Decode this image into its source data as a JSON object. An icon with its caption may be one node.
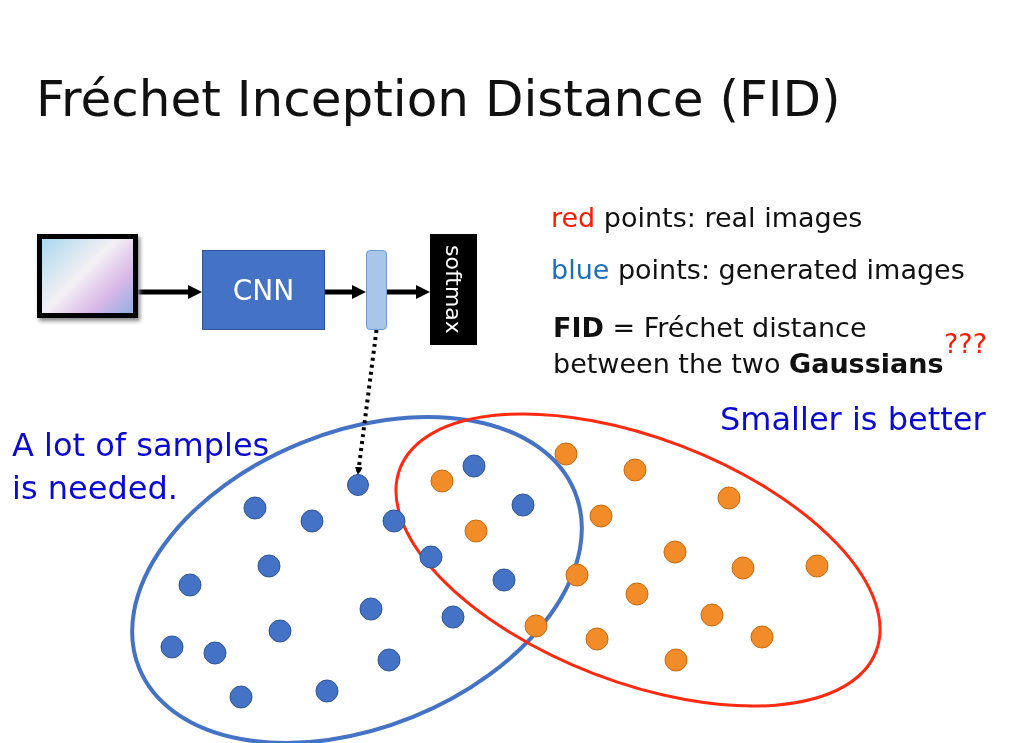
{
  "diagram": {
    "title": "Fréchet Inception Distance (FID)",
    "nodes": [
      {
        "text": [],
        "shape": "picture"
      },
      {
        "text": [
          "CNN"
        ]
      },
      {
        "text": [],
        "shape": "bar"
      },
      {
        "text": [
          "softmax"
        ]
      },
      {
        "text": [],
        "shape": "circle"
      }
    ],
    "edges": [
      {
        "from": 0,
        "to": 1,
        "arrow": "to"
      },
      {
        "from": 1,
        "to": 2,
        "arrow": "to"
      },
      {
        "from": 2,
        "to": 3,
        "arrow": "to"
      },
      {
        "from": 2,
        "to": 4,
        "arrow": "to",
        "style": "dashed"
      }
    ],
    "labels": [
      "red points: real images",
      "blue points: generated images",
      "**FID** = Fréchet distance between the two **Gaussians**",
      "???",
      "Smaller is better",
      "A lot of samples is needed."
    ]
  }
}
